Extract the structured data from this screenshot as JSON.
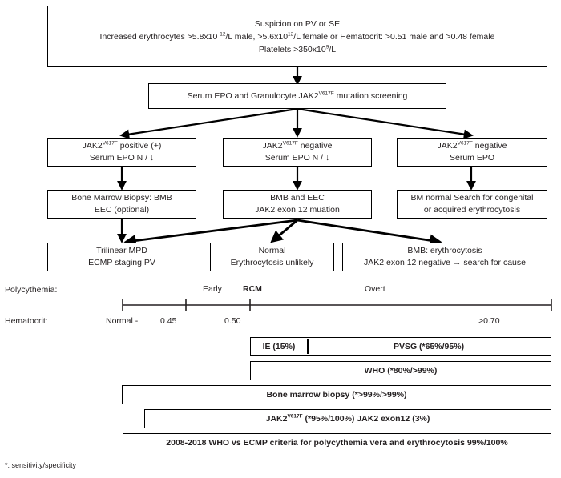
{
  "diagram": {
    "title": "2008-2018 WHO vs ECMP criteria for polycythemia vera and erythrocytosis",
    "nodes": {
      "suspicion": {
        "line1": "Suspicion on PV or SE",
        "line2_a": "Increased  erythrocytes >5.8x10 ",
        "line2_sup1": "12",
        "line2_b": "/L male, >5.6x10",
        "line2_sup2": "12",
        "line2_c": "/L female or Hematocrit: >0.51 male and >0.48 female",
        "line3_a": "Platelets >350x10",
        "line3_sup": "9",
        "line3_b": "/L"
      },
      "screening": {
        "a": "Serum EPO and Granulocyte JAK2",
        "sup": "V617F",
        "b": " mutation screening"
      },
      "jak2_positive": {
        "line1_a": "JAK2",
        "line1_sup": "V617F",
        "line1_b": " positive (+)",
        "line2": "Serum EPO N / ↓"
      },
      "jak2_negative_low_epo": {
        "line1_a": "JAK2",
        "line1_sup": "V617F",
        "line1_b": " negative",
        "line2": "Serum EPO N / ↓"
      },
      "jak2_negative_epo": {
        "line1_a": "JAK2",
        "line1_sup": "V617F",
        "line1_b": " negative",
        "line2": "Serum EPO"
      },
      "bmb_eec_optional": {
        "line1": "Bone Marrow Biopsy: BMB",
        "line2": "EEC (optional)"
      },
      "bmb_and_eec": {
        "line1": "BMB and EEC",
        "line2": "JAK2 exon 12 muation"
      },
      "bm_normal": {
        "line1": "BM normal Search for congenital",
        "line2": "or acquired erythrocytosis"
      },
      "trilinear_mpd": {
        "line1": "Trilinear MPD",
        "line2": "ECMP staging PV"
      },
      "normal_unlikely": {
        "line1": "Normal",
        "line2": "Erythrocytosis unlikely"
      },
      "bmb_erythrocytosis": {
        "line1": "BMB: erythrocytosis",
        "line2": "JAK2 exon 12 negative → search for cause"
      }
    },
    "scale": {
      "row1_label": "Polycythemia:",
      "row2_label": "Hematocrit:",
      "stages": [
        {
          "label": "Early",
          "bold": false
        },
        {
          "label": "RCM",
          "bold": true
        },
        {
          "label": "Overt",
          "bold": false
        }
      ],
      "ticks": [
        {
          "label": "Normal -"
        },
        {
          "label": "0.45"
        },
        {
          "label": "0.50"
        },
        {
          "label": ">0.70"
        }
      ]
    },
    "criteria_bars": [
      {
        "name": "ie-pvsg-bar",
        "segments": [
          {
            "label": "IE (15%)"
          },
          {
            "label": "PVSG (*65%/95%)"
          }
        ]
      },
      {
        "name": "who-bar",
        "segments": [
          {
            "label": "WHO (*80%/>99%)"
          }
        ]
      },
      {
        "name": "bone-marrow-biopsy-bar",
        "segments": [
          {
            "label": "Bone marrow biopsy (*>99%/>99%)"
          }
        ]
      },
      {
        "name": "jak2-bar",
        "segments": [
          {
            "label_a": "JAK2",
            "label_sup": "V617F",
            "label_b": " (*95%/100%)   JAK2 exon12 (3%)"
          }
        ]
      },
      {
        "name": "summary-bar",
        "segments": [
          {
            "label": "2008-2018 WHO vs ECMP criteria for polycythemia vera and erythrocytosis  99%/100%"
          }
        ]
      }
    ],
    "footnote": "*: sensitivity/specificity",
    "colors": {
      "text": "#231f20",
      "stroke": "#000000",
      "background": "#ffffff"
    }
  }
}
